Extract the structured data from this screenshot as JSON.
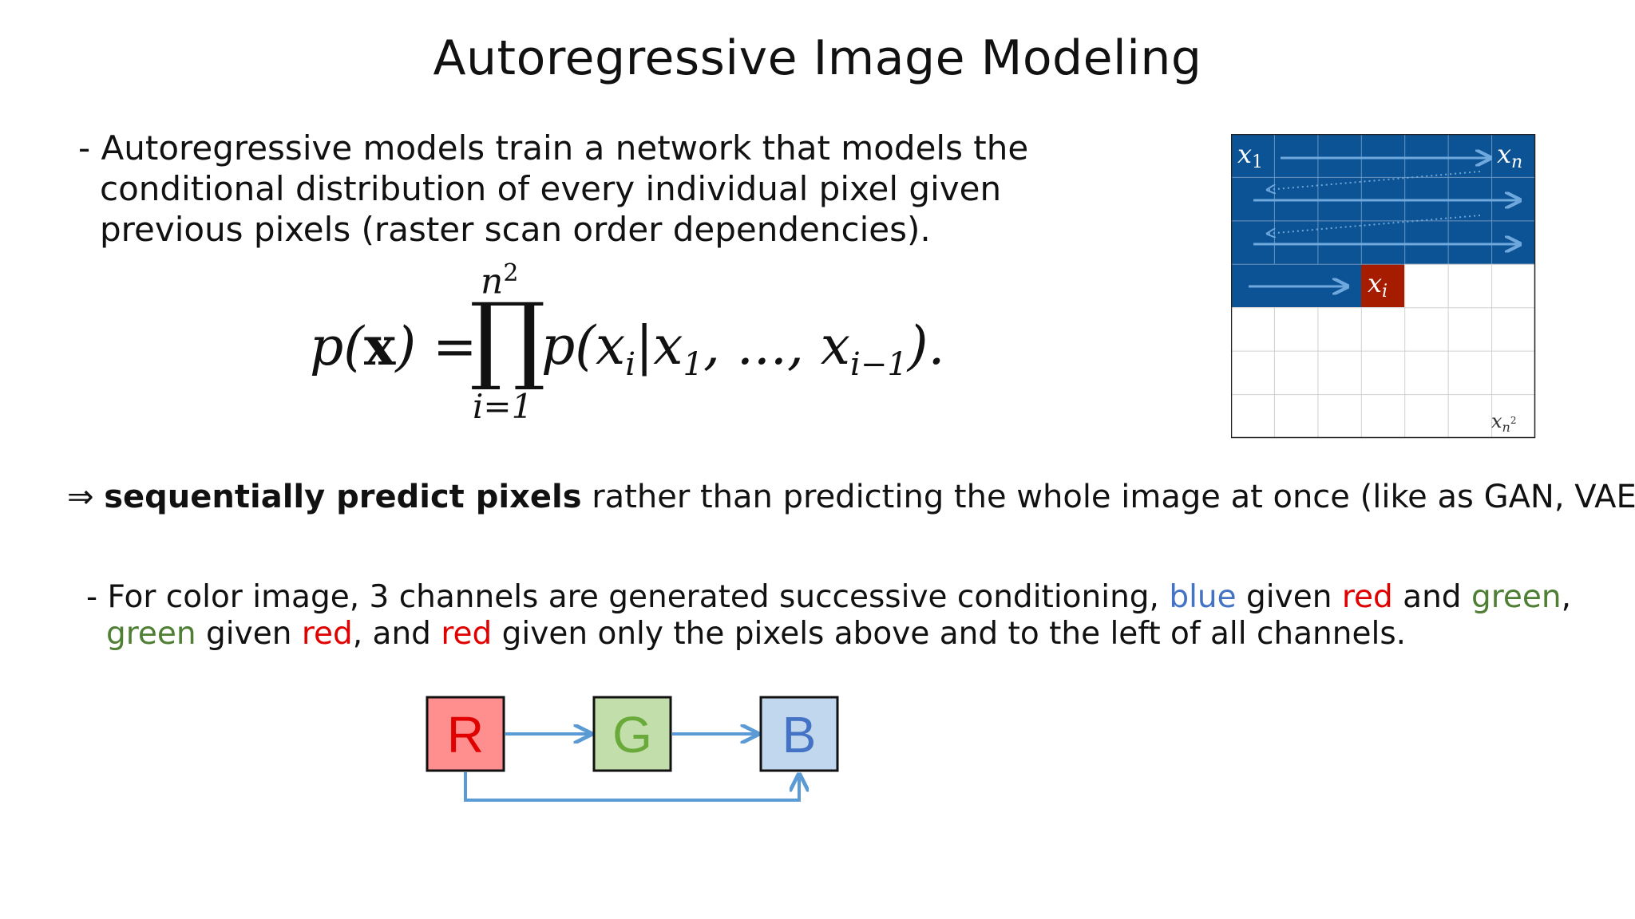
{
  "slide": {
    "title": "Autoregressive Image Modeling",
    "bullet1": {
      "line1": "- Autoregressive models train a network that models the",
      "line2": "conditional distribution of every individual pixel given",
      "line3": "previous pixels (raster scan order dependencies)."
    },
    "formula": {
      "lhs_p": "p(",
      "lhs_x": "x",
      "lhs_close": ") =",
      "product_symbol": "∏",
      "upper_n": "n",
      "upper_exp": "2",
      "lower": "i=1",
      "rhs_p": "p(x",
      "rhs_sub_i": "i",
      "rhs_mid": "|x",
      "rhs_sub_1": "1",
      "rhs_dots": ", ..., x",
      "rhs_sub_im1": "i−1",
      "rhs_end": ")."
    },
    "implication": {
      "arrow": "⇒ ",
      "bold": "sequentially predict pixels",
      "rest": " rather than predicting the whole image at once (like as GAN, VAE)"
    },
    "bullet2": {
      "part1": "- For color image, 3 channels are generated successive conditioning, ",
      "blue1": "blue",
      "part2": " given ",
      "red1": "red",
      "part3": " and ",
      "green1": "green",
      "part4": ",",
      "green2": "green",
      "part5": " given ",
      "red2": "red",
      "part6": ", and ",
      "red3": "red",
      "part7": " given only the pixels above and to the left of all channels."
    },
    "raster_grid": {
      "rows": 7,
      "cols": 7,
      "filled_rows": 3,
      "current_row_filled": 3,
      "label_first": "x",
      "label_first_sub": "1",
      "label_row_end": "x",
      "label_row_end_sub": "n",
      "label_current": "x",
      "label_current_sub": "i",
      "label_last": "x",
      "label_last_sub": "n",
      "label_last_sup": "2",
      "colors": {
        "filled": "#0B5394",
        "current": "#A61C00",
        "arrow": "#6FA8DC",
        "grid": "#D0D0D0"
      }
    },
    "rgb_diagram": {
      "r_label": "R",
      "g_label": "G",
      "b_label": "B",
      "colors": {
        "r_fill": "#FF8E8E",
        "r_text": "#E00000",
        "g_fill": "#C2DEAA",
        "g_text": "#6AAA3A",
        "b_fill": "#C0D7EE",
        "b_text": "#4472C4",
        "arrow": "#5B9BD5"
      }
    }
  }
}
